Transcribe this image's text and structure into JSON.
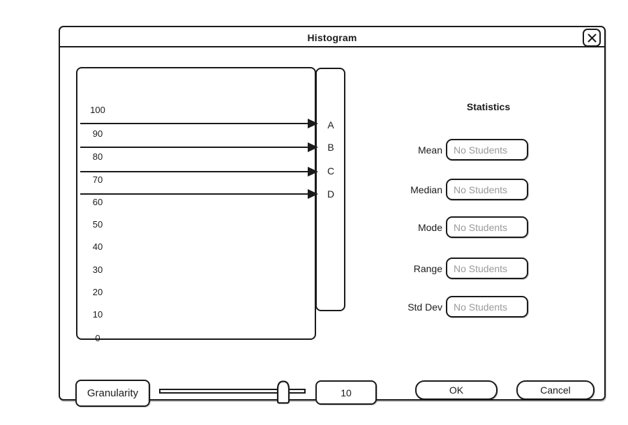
{
  "window": {
    "title": "Histogram"
  },
  "chart": {
    "y_axis_labels": [
      "100",
      "90",
      "80",
      "70",
      "60",
      "50",
      "40",
      "30",
      "20",
      "10",
      "0"
    ],
    "grade_labels": [
      "A",
      "B",
      "C",
      "D"
    ]
  },
  "statistics": {
    "heading": "Statistics",
    "rows": [
      {
        "label": "Mean",
        "value": "No Students"
      },
      {
        "label": "Median",
        "value": "No Students"
      },
      {
        "label": "Mode",
        "value": "No Students"
      },
      {
        "label": "Range",
        "value": "No Students"
      },
      {
        "label": "Std Dev",
        "value": "No Students"
      }
    ]
  },
  "controls": {
    "granularity_label": "Granularity",
    "slider_value": "10",
    "ok_label": "OK",
    "cancel_label": "Cancel"
  },
  "colors": {
    "border": "#1b1b1b",
    "placeholder_text": "#9a9a9a",
    "background": "#ffffff"
  }
}
